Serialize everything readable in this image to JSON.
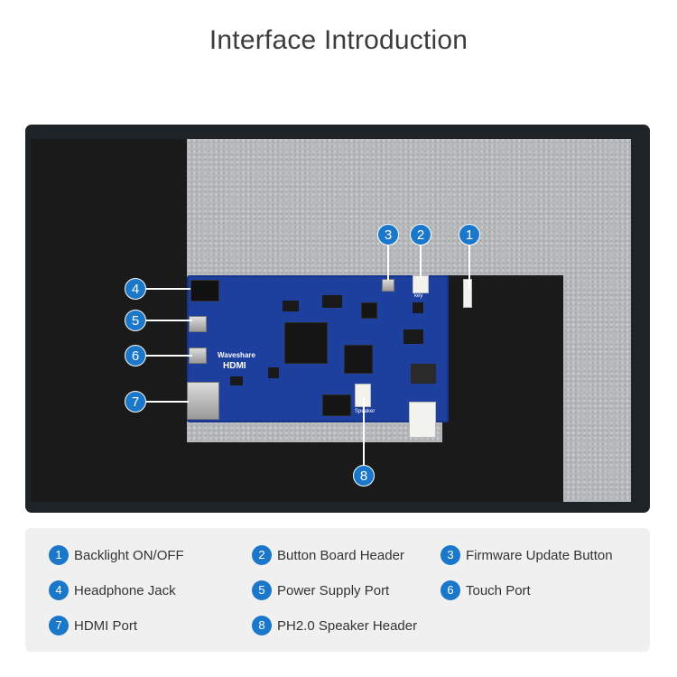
{
  "title": "Interface Introduction",
  "board": {
    "brand": "Waveshare",
    "hdmi_mark": "HDMI",
    "speaker_mark": "Speaker",
    "key_mark": "key"
  },
  "callouts": [
    "1",
    "2",
    "3",
    "4",
    "5",
    "6",
    "7",
    "8"
  ],
  "legend": [
    {
      "num": "1",
      "label": "Backlight ON/OFF"
    },
    {
      "num": "2",
      "label": "Button Board Header"
    },
    {
      "num": "3",
      "label": "Firmware Update Button"
    },
    {
      "num": "4",
      "label": "Headphone Jack"
    },
    {
      "num": "5",
      "label": "Power Supply Port"
    },
    {
      "num": "6",
      "label": "Touch Port"
    },
    {
      "num": "7",
      "label": "HDMI Port"
    },
    {
      "num": "8",
      "label": "PH2.0 Speaker Header"
    }
  ],
  "colors": {
    "accent": "#1a77c9",
    "pcb": "#1d3f9e",
    "bezel": "#1e2328"
  }
}
